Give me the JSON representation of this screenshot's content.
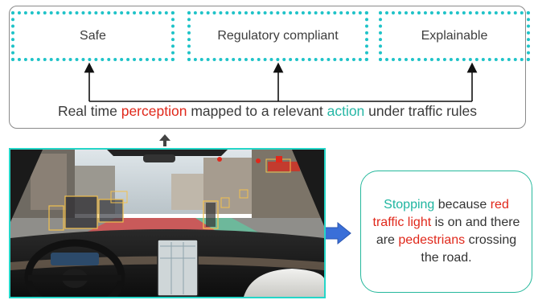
{
  "goals": [
    {
      "label": "Safe"
    },
    {
      "label": "Regulatory compliant"
    },
    {
      "label": "Explainable"
    }
  ],
  "caption": {
    "part1": "Real time ",
    "perception": "perception",
    "part2": " mapped to a relevant ",
    "action": "action",
    "part3": " under traffic rules"
  },
  "explanation": {
    "stopping": "Stopping",
    "part1": " because ",
    "red_light": "red traffic light",
    "part2": " is on and there are ",
    "pedestrians": "pedestrians",
    "part3": " crossing the road."
  },
  "colors": {
    "perception": "#e0281b",
    "action": "#27b7a6",
    "goal_border": "#1fc3c8",
    "scene_border": "#25d6c8",
    "detection_box": "#f2c14e",
    "arrow_blue": "#3a6fd8"
  }
}
